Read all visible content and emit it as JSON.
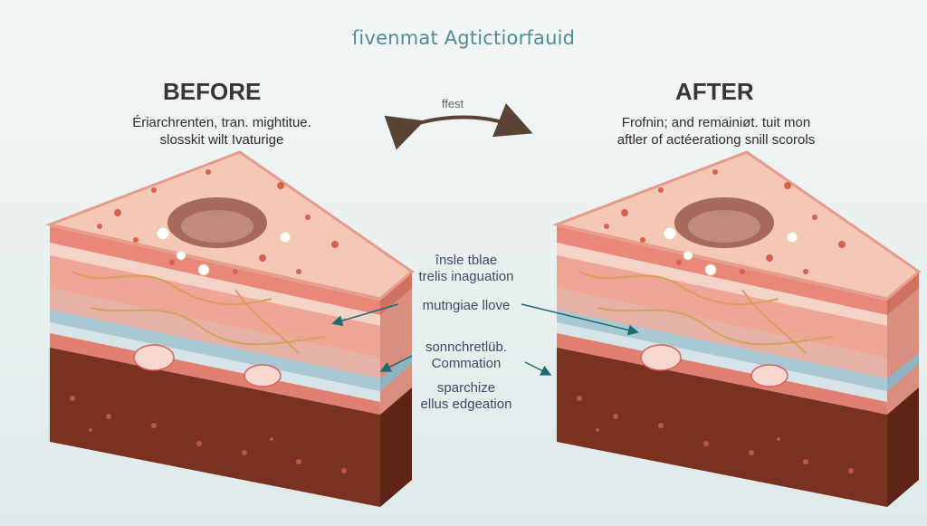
{
  "title": "ſivenmat Agtictiorfauid",
  "before": {
    "heading": "BEFORE",
    "desc_line1": "Ériarchrenten, tran. mightitue.",
    "desc_line2": "slosskit wilt Ivaturige"
  },
  "after": {
    "heading": "AFTER",
    "desc_line1": "Frofnin; and remainiøt. tuit mon",
    "desc_line2": "aftler of actéerationg snill scorols"
  },
  "arrow_label": "ffest",
  "center_labels": {
    "label1_line1": "însle tblae",
    "label1_line2": "trelis inaguation",
    "label2": "mutngiae llove",
    "label3_line1": "sonnchretlüb.",
    "label3_line2": "Commation",
    "label4_line1": "sparchize",
    "label4_line2": "ellus edgeation"
  },
  "colors": {
    "accent_teal": "#1f6b72",
    "arrow_brown": "#5a4334",
    "skin_top": "#f2c3b3",
    "skin_layer": "#e98a7c",
    "dermis_blue": "#a8c8d4",
    "base_dark": "#7a3220"
  }
}
